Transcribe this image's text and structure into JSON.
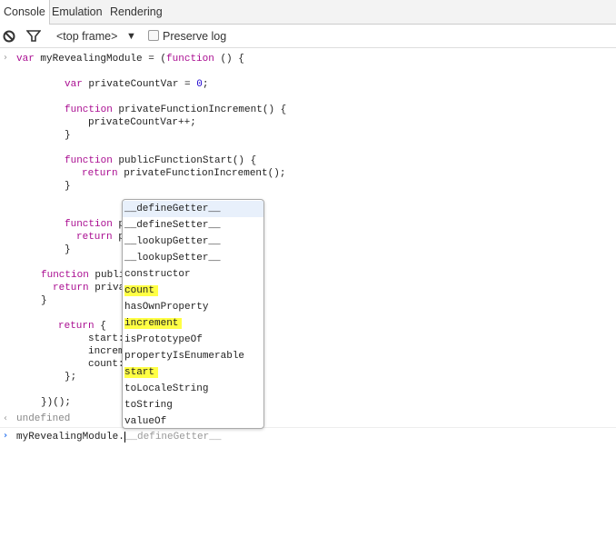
{
  "tabs": [
    "Console",
    "Emulation",
    "Rendering"
  ],
  "toolbar": {
    "frame": "<top frame>",
    "preserve_log": "Preserve log",
    "preserve_log_checked": false
  },
  "code_lines": [
    [
      {
        "k": "kw",
        "v": "var"
      },
      {
        "k": "t",
        "v": " myRevealingModule = ("
      },
      {
        "k": "kw",
        "v": "function"
      },
      {
        "k": "t",
        "v": " () {"
      }
    ],
    [
      {
        "k": "kw",
        "v": "var"
      },
      {
        "k": "t",
        "v": " privateCountVar = "
      },
      {
        "k": "num",
        "v": "0"
      },
      {
        "k": "t",
        "v": ";"
      }
    ],
    [
      {
        "k": "kw",
        "v": "function"
      },
      {
        "k": "t",
        "v": " privateFunctionIncrement() {"
      }
    ],
    [
      {
        "k": "t",
        "v": "privateCountVar++;"
      }
    ],
    [
      {
        "k": "t",
        "v": "}"
      }
    ],
    [
      {
        "k": "kw",
        "v": "function"
      },
      {
        "k": "t",
        "v": " publicFunctionStart() {"
      }
    ],
    [
      {
        "k": "kw",
        "v": "return"
      },
      {
        "k": "t",
        "v": " privateFunctionIncrement();"
      }
    ],
    [
      {
        "k": "t",
        "v": "}"
      }
    ],
    [
      {
        "k": "kw",
        "v": "function"
      },
      {
        "k": "t",
        "v": " p"
      }
    ],
    [
      {
        "k": "kw",
        "v": "return"
      },
      {
        "k": "t",
        "v": " p"
      }
    ],
    [
      {
        "k": "t",
        "v": "}"
      }
    ],
    [
      {
        "k": "kw",
        "v": "function"
      },
      {
        "k": "t",
        "v": " publi"
      }
    ],
    [
      {
        "k": "kw",
        "v": "return"
      },
      {
        "k": "t",
        "v": " priva"
      }
    ],
    [
      {
        "k": "t",
        "v": "}"
      }
    ],
    [
      {
        "k": "kw",
        "v": "return"
      },
      {
        "k": "t",
        "v": " {"
      }
    ],
    [
      {
        "k": "t",
        "v": "start:"
      }
    ],
    [
      {
        "k": "t",
        "v": "increm"
      }
    ],
    [
      {
        "k": "t",
        "v": "count:"
      }
    ],
    [
      {
        "k": "t",
        "v": "};"
      }
    ],
    [
      {
        "k": "t",
        "v": "})();"
      }
    ]
  ],
  "result": "undefined",
  "input": {
    "value": "myRevealingModule.",
    "suggestion": "__defineGetter__"
  },
  "autocomplete": {
    "items": [
      "__defineGetter__",
      "__defineSetter__",
      "__lookupGetter__",
      "__lookupSetter__",
      "constructor",
      "count",
      "hasOwnProperty",
      "increment",
      "isPrototypeOf",
      "propertyIsEnumerable",
      "start",
      "toLocaleString",
      "toString",
      "valueOf"
    ],
    "highlighted": [
      "count",
      "increment",
      "start"
    ],
    "selected": "__defineGetter__"
  },
  "colors": {
    "keyword": "#aa0d91",
    "number": "#1c00cf",
    "highlight": "#ffff44",
    "prompt": "#367cf1"
  }
}
